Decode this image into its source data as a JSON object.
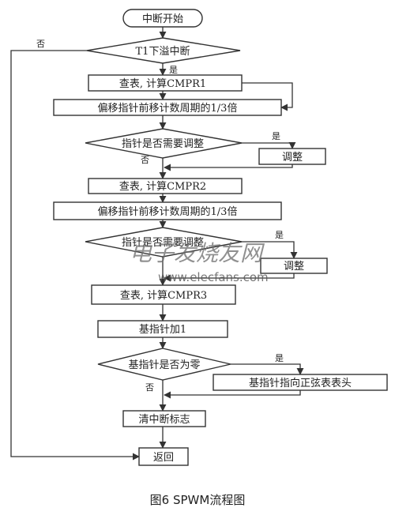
{
  "nodes": {
    "start": "中断开始",
    "d1": "T1下溢中断",
    "p1": "查表, 计算CMPR1",
    "p2": "偏移指针前移计数周期的1/3倍",
    "d2": "指针是否需要调整",
    "a2": "调整",
    "p3": "查表, 计算CMPR2",
    "p4": "偏移指针前移计数周期的1/3倍",
    "d3": "指针是否需要调整",
    "a3": "调整",
    "p5": "查表, 计算CMPR3",
    "p6": "基指针加1",
    "d4": "基指针是否为零",
    "a4": "基指针指向正弦表表头",
    "p7": "清中断标志",
    "end": "返回"
  },
  "labels": {
    "yes": "是",
    "no": "否"
  },
  "watermark": {
    "cn": "电子发烧友网",
    "url": "www.elecfans.com"
  },
  "caption": "图6 SPWM流程图"
}
